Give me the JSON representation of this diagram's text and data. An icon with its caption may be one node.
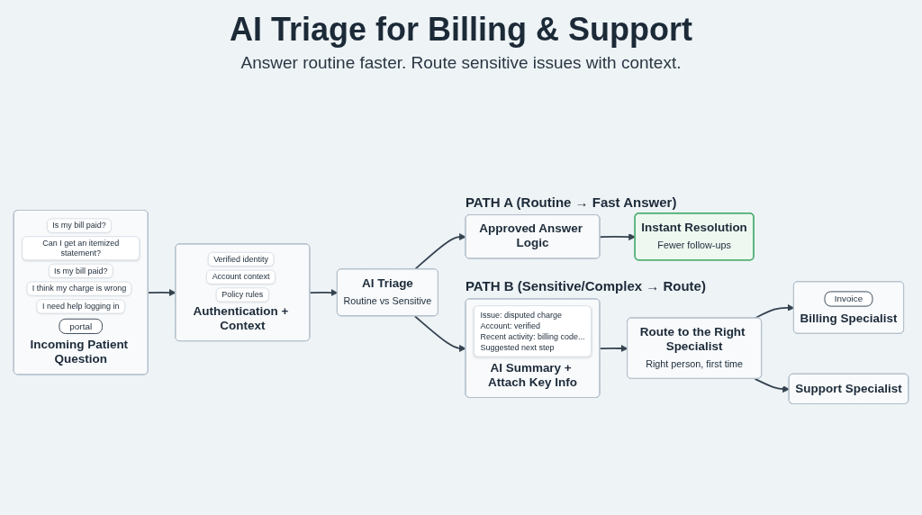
{
  "diagram": {
    "title": "AI Triage for Billing & Support",
    "nodes": [
      {
        "text": [
          "Is my bill paid?",
          "Can I get an itemized statement?",
          "Is my bill paid?",
          "I think my charge is wrong",
          "I need help logging in",
          "portal",
          "Incoming Patient Question"
        ]
      },
      {
        "text": [
          "Verified identity",
          "Account context",
          "Policy rules",
          "Authentication + Context"
        ]
      },
      {
        "text": [
          "AI Triage",
          "Routine vs Sensitive"
        ]
      },
      {
        "text": [
          "Approved Answer Logic"
        ]
      },
      {
        "text": [
          "Instant Resolution",
          "Fewer follow-ups"
        ]
      },
      {
        "text": [
          "Issue: disputed charge",
          "Account: verified",
          "Recent activity: billing code...",
          "Suggested next step",
          "AI Summary + Attach Key Info"
        ]
      },
      {
        "text": [
          "Route to the Right Specialist",
          "Right person, first time"
        ]
      },
      {
        "text": [
          "Invoice",
          "Billing Specialist"
        ]
      },
      {
        "text": [
          "Support Specialist"
        ]
      }
    ],
    "edges": [
      {
        "from": 0,
        "to": 1,
        "arrow": "to"
      },
      {
        "from": 1,
        "to": 2,
        "arrow": "to"
      },
      {
        "from": 2,
        "to": 3,
        "arrow": "to"
      },
      {
        "from": 2,
        "to": 5,
        "arrow": "to"
      },
      {
        "from": 3,
        "to": 4,
        "arrow": "to"
      },
      {
        "from": 5,
        "to": 6,
        "arrow": "to"
      },
      {
        "from": 6,
        "to": 7,
        "arrow": "to"
      },
      {
        "from": 6,
        "to": 8,
        "arrow": "to"
      }
    ],
    "labels": [
      "Answer routine faster. Route sensitive issues with context.",
      "PATH A (Routine → Fast Answer)",
      "PATH B (Sensitive/Complex → Route)"
    ]
  }
}
